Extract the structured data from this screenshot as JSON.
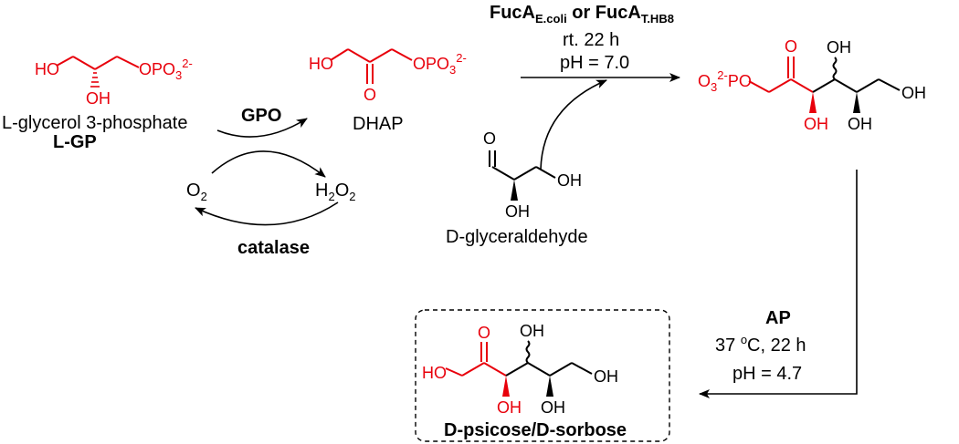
{
  "reagents": {
    "fuca_line": "FucAE.coli or FucAT.HB8",
    "fuca_cond1": "rt. 22 h",
    "fuca_cond2": "pH = 7.0",
    "gpo": "GPO",
    "catalase": "catalase",
    "ap": "AP",
    "ap_cond1": "37 oC, 22 h",
    "ap_cond2": "pH = 4.7"
  },
  "compounds": {
    "lgp_name": "L-glycerol 3-phosphate",
    "lgp_abbr": "L-GP",
    "dhap_name": "DHAP",
    "o2": "O2",
    "h2o2": "H2O2",
    "glyceraldehyde_name": "D-glyceraldehyde",
    "product_name": "D-psicose/D-sorbose"
  },
  "atoms": {
    "ho": "HO",
    "oh": "OH",
    "o": "O",
    "opo3": "OPO32-",
    "o3po": "O32-PO"
  },
  "colors": {
    "dhap_fragment": "#e8000b",
    "ink": "#000000"
  }
}
